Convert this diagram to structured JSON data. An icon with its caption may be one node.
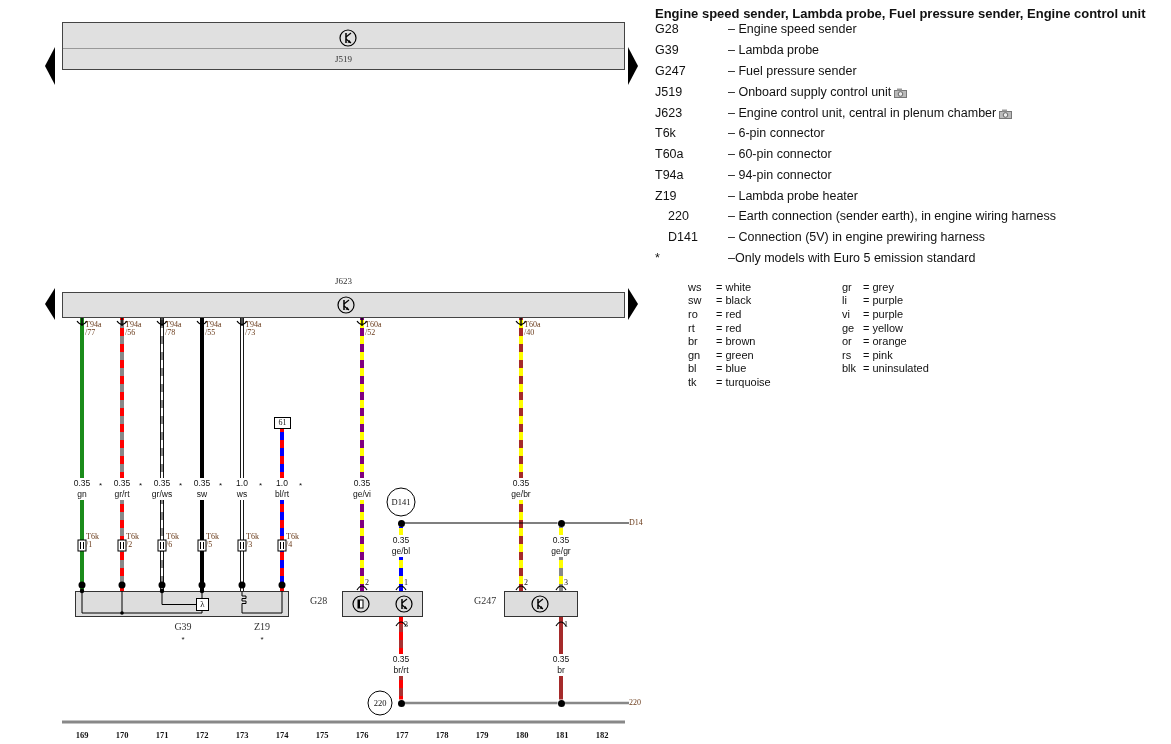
{
  "diagram": {
    "title": "Engine speed sender, Lambda probe, Fuel pressure sender, Engine control unit",
    "nodes": [
      {
        "text": [
          "J519"
        ]
      },
      {
        "text": [
          "J623"
        ]
      },
      {
        "text": [
          "61"
        ]
      },
      {
        "text": [
          "D141"
        ]
      },
      {
        "text": [
          "G39",
          "Z19"
        ],
        "beside": [
          "*",
          "*"
        ]
      },
      {
        "text": [
          "λ"
        ],
        "in": 4
      },
      {
        "text": [
          "G28"
        ]
      },
      {
        "text": [
          "G247"
        ]
      },
      {
        "text": [
          "220"
        ]
      },
      {
        "text": [],
        "shape": "circle"
      },
      {
        "text": [],
        "shape": "circle"
      },
      {
        "text": [
          "D14"
        ]
      },
      {
        "text": [],
        "shape": "circle"
      },
      {
        "text": [],
        "shape": "circle"
      },
      {
        "text": [
          "220"
        ]
      }
    ],
    "edges": [
      {
        "from": 1,
        "to": 4,
        "arrow": "none",
        "label": "0.35 gn",
        "color": "#1a8c1a"
      },
      {
        "from": 1,
        "to": 4,
        "arrow": "none",
        "label": "0.35 gr/rt",
        "color": "#888888"
      },
      {
        "from": 1,
        "to": 4,
        "arrow": "none",
        "label": "0.35 gr/ws",
        "color": "#888888"
      },
      {
        "from": 1,
        "to": 4,
        "arrow": "none",
        "label": "0.35 sw",
        "color": "#000000"
      },
      {
        "from": 1,
        "to": 4,
        "arrow": "none",
        "label": "1.0 ws",
        "color": "#ffffff"
      },
      {
        "from": 2,
        "to": 4,
        "arrow": "none",
        "label": "1.0 bl/rt",
        "color": "#0000ff"
      },
      {
        "from": 1,
        "to": 6,
        "arrow": "none",
        "label": "0.35 ge/vi",
        "color": "#ffff00"
      },
      {
        "from": 1,
        "to": 7,
        "arrow": "none",
        "label": "0.35 ge/br",
        "color": "#ffff00"
      },
      {
        "from": 9,
        "to": 6,
        "arrow": "none",
        "label": "0.35 ge/bl",
        "color": "#ffff00"
      },
      {
        "from": 10,
        "to": 7,
        "arrow": "none",
        "label": "0.35 ge/gr",
        "color": "#ffff00"
      },
      {
        "from": 9,
        "to": 10,
        "arrow": "none",
        "color": "#000000"
      },
      {
        "from": 10,
        "to": 11,
        "arrow": "none",
        "color": "#000000"
      },
      {
        "from": 6,
        "to": 12,
        "arrow": "none",
        "label": "0.35 br/rt",
        "color": "#a83232"
      },
      {
        "from": 7,
        "to": 13,
        "arrow": "none",
        "label": "0.35 br",
        "color": "#a52a2a"
      },
      {
        "from": 12,
        "to": 13,
        "arrow": "none",
        "color": "#888888"
      },
      {
        "from": 13,
        "to": 14,
        "arrow": "none",
        "color": "#888888"
      },
      {
        "from": 4,
        "to": 5,
        "arrow": "other",
        "color": "#000000"
      },
      {
        "from": 4,
        "to": 5,
        "arrow": "other",
        "color": "#000000"
      },
      {
        "from": 5,
        "to": 4,
        "arrow": "other",
        "color": "#000000"
      }
    ],
    "labels": [
      "T94a /77",
      "T94a /56",
      "T94a /78",
      "T94a /55",
      "T94a /73",
      "T60a /52",
      "T60a /40",
      "*",
      "*",
      "*",
      "*",
      "*",
      "*",
      "T6k /1",
      "T6k /2",
      "T6k /6",
      "T6k /5",
      "T6k /3",
      "T6k /4",
      "2",
      "1",
      "2",
      "3",
      "3",
      "1",
      "169",
      "170",
      "171",
      "172",
      "173",
      "174",
      "175",
      "176",
      "177",
      "178",
      "179",
      "180",
      "181",
      "182",
      "G28",
      "– Engine speed sender",
      "G39",
      "– Lambda probe",
      "G247",
      "– Fuel pressure sender",
      "J519",
      "– Onboard supply control unit",
      "J623",
      "– Engine control unit, central in plenum chamber",
      "T6k",
      "– 6-pin connector",
      "T60a",
      "– 60-pin connector",
      "T94a",
      "– 94-pin connector",
      "Z19",
      "– Lambda probe heater",
      "220",
      "– Earth connection (sender earth), in engine wiring harness",
      "D141",
      "– Connection (5V) in engine prewiring harness",
      "*",
      "–Only models with Euro 5 emission standard",
      "ws",
      "= white",
      "gr",
      "= grey",
      "sw",
      "= black",
      "li",
      "= purple",
      "ro",
      "= red",
      "vi",
      "= purple",
      "rt",
      "= red",
      "ge",
      "= yellow",
      "br",
      "= brown",
      "or",
      "= orange",
      "gn",
      "= green",
      "rs",
      "= pink",
      "bl",
      "= blue",
      "blk",
      "= uninsulated",
      "tk",
      "= turquoise"
    ]
  }
}
